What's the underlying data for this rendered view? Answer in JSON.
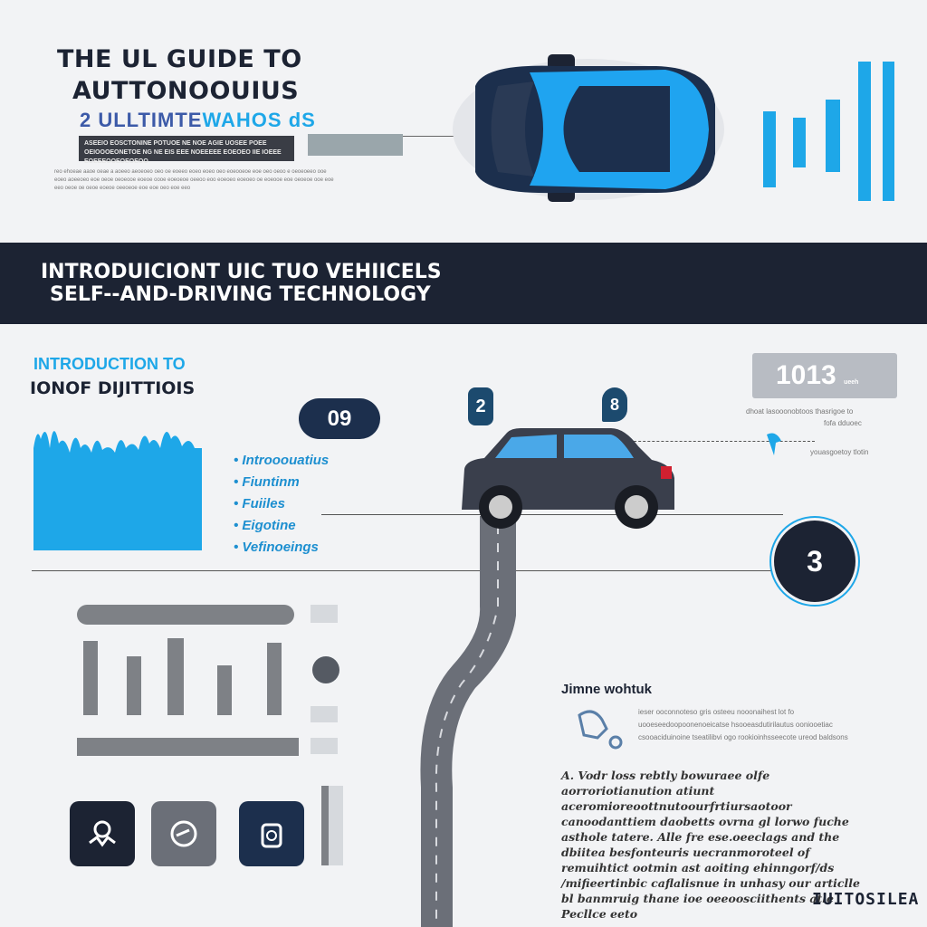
{
  "header": {
    "title_line1": "THE UL GUIDE TO",
    "title_line2": "AUTTONOOUIUS",
    "subtitle_a": "2 ULLTIMTE",
    "subtitle_b": "WAHOS dS",
    "dark_box_text": "ASEEIO EOSCTONINE POTUOE NE NOE AGIE UOSEE POEE OEIOOOEONETOE NG NE EIS EEE NOEEEEE EOEOEO IIE IOEEE EOEEEOOEOEOEOO"
  },
  "header_paragraph": "reo ehoeae aaoe oeae a aoeeo aeoeoeo oeo oe eoeeo eoeo eoeo oeo eoeooeoe eoe oeo oeoo e oeoeoeeo ooe eoeo aoeeoeo eoe oeoe oeoeooe eoeoe oooe eoeoeoe oeeoo eoo eoeoeo eoeoeo oe eoeooe eoe oeoeoe ooe eoe eeo oeoe oe oeoe eoeoe oeeoeoe eoe eoe oeo eoe eeo",
  "banner": {
    "line1": "INTRODUICIONT UIC TUO VEHIICELS",
    "line2": "SELF--AND-DRIVING TECHNOLOGY"
  },
  "section": {
    "heading_blue": "INTRODUCTION TO",
    "heading_dark": "IONOF DIJITTIOIS",
    "badge": "09",
    "bullets": [
      "Introoouatius",
      "Fiuntinm",
      "Fuiiles",
      "Eigotine",
      "Vefinoeings"
    ]
  },
  "pins": [
    "2",
    "8"
  ],
  "stat": {
    "value": "1013",
    "unit": "ueeh",
    "caption1": "dhoat lasooonobtoos thasrigoe to",
    "caption2": "fofa dduoec",
    "caption3": "youasgoetoy tlotin"
  },
  "step_badge": "3",
  "info": {
    "heading": "Jimne wohtuk",
    "intro": "ieser ooconnoteso gris osteeu nooonaihest lot fo uooeseedoopoonenoeicatse hsooeasdutirilautus ooniooetiac csooaciduinoine tseatilibvi ogo rookioinhsseecote ureod baldsons",
    "body": "A. Vodr loss rebtly bowuraee olfe aorroriotianution atiunt aceromioreoottnutoourfrtiursaotoor canoodanttiem daobetts ovrna gl lorwo fuche asthole tatere. Alle fre ese.oeeclags and the dbiitea besfonteuris uecranmoroteel of remuihtict ootmin ast aoiting ehinngorf/ds /mifieertinbic caflalisnue in unhasy our articlle bl banmruig thane ioe oeeoosciithents atle Pecllce eeto"
  },
  "footer_logo": "IUITOSILEA",
  "colors": {
    "accent": "#1ea7e8",
    "dark": "#1c2333",
    "gray": "#7e8186"
  },
  "icons": [
    "location-pin-icon",
    "speedometer-icon",
    "car-seat-icon",
    "face-sensor-icon"
  ]
}
